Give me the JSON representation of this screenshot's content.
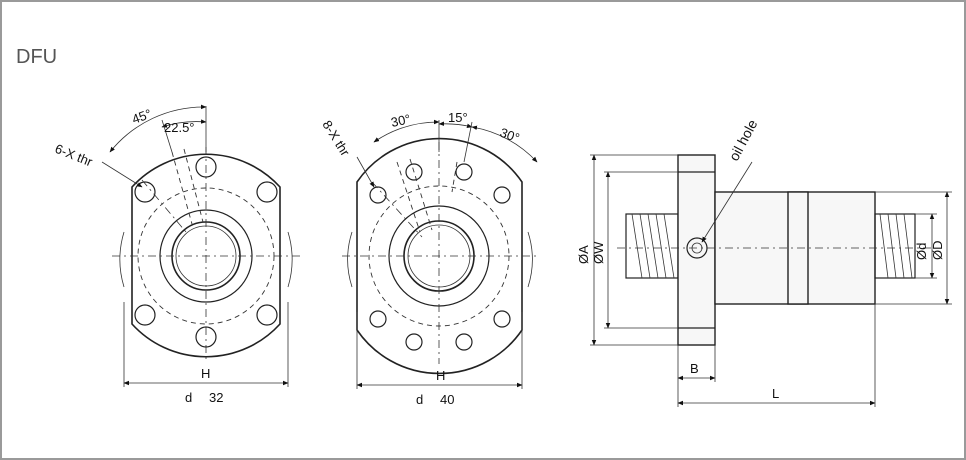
{
  "title": "DFU",
  "left_view": {
    "thread_label": "6-X thr",
    "angle_1": "45°",
    "angle_2": "22.5°",
    "h_label": "H",
    "d_label": "d",
    "d_value": "32"
  },
  "middle_view": {
    "thread_label": "8-X thr",
    "angle_1": "30°",
    "angle_2": "15°",
    "angle_3": "30°",
    "h_label": "H",
    "d_label": "d",
    "d_value": "40"
  },
  "side_view": {
    "oil_hole_label": "oil hole",
    "dia_a_label": "ØA",
    "dia_w_label": "ØW",
    "dia_d_small_label": "Ød",
    "dia_d_large_label": "ØD",
    "b_label": "B",
    "l_label": "L"
  }
}
